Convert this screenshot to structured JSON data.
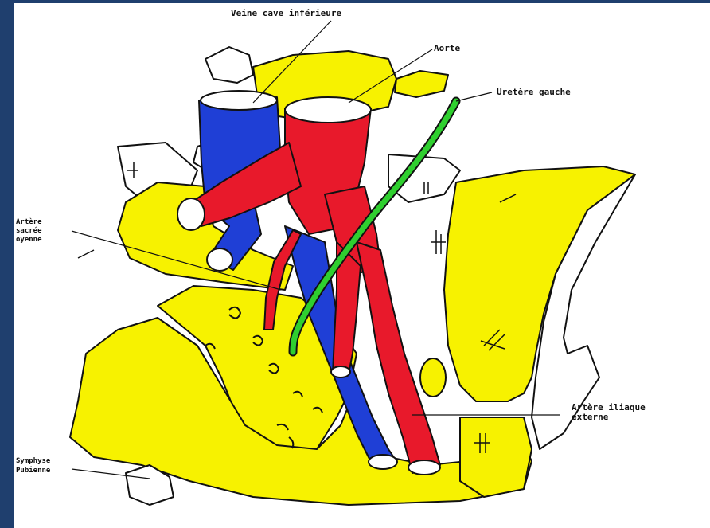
{
  "labels": {
    "vena_cava": "Veine cave inférieure",
    "aorta": "Aorte",
    "ureter": "Uretère gauche",
    "sacral_artery_1": "Artère",
    "sacral_artery_2": "sacrée",
    "sacral_artery_3": "oyenne",
    "external_iliac_1": "Artère iliaque",
    "external_iliac_2": "externe",
    "symphysis_1": "Symphyse",
    "symphysis_2": "Pubienne"
  },
  "colors": {
    "frame": "#1f3f6e",
    "bone": "#f7f200",
    "artery": "#e8192b",
    "vein": "#1f3fd6",
    "ureter": "#2fcf2f",
    "ink": "#111111"
  }
}
